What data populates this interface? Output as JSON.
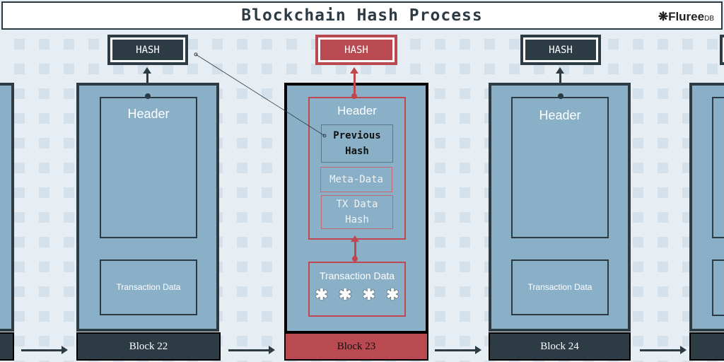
{
  "title": "Blockchain Hash Process",
  "logo": {
    "name": "Fluree",
    "suffix": "DB"
  },
  "hash_label": "HASH",
  "blocks": [
    {
      "label": "Block 22",
      "header": "Header",
      "tx": "Transaction Data"
    },
    {
      "label": "Block 23",
      "header": "Header",
      "tx": "Transaction Data",
      "fields": [
        "Previous Hash",
        "Meta-Data",
        "TX Data Hash"
      ]
    },
    {
      "label": "Block 24",
      "header": "Header",
      "tx": "Transaction Data"
    }
  ],
  "colors": {
    "highlight": "#b94a52",
    "dark": "#2d3b45",
    "block": "#8ab0c8"
  }
}
